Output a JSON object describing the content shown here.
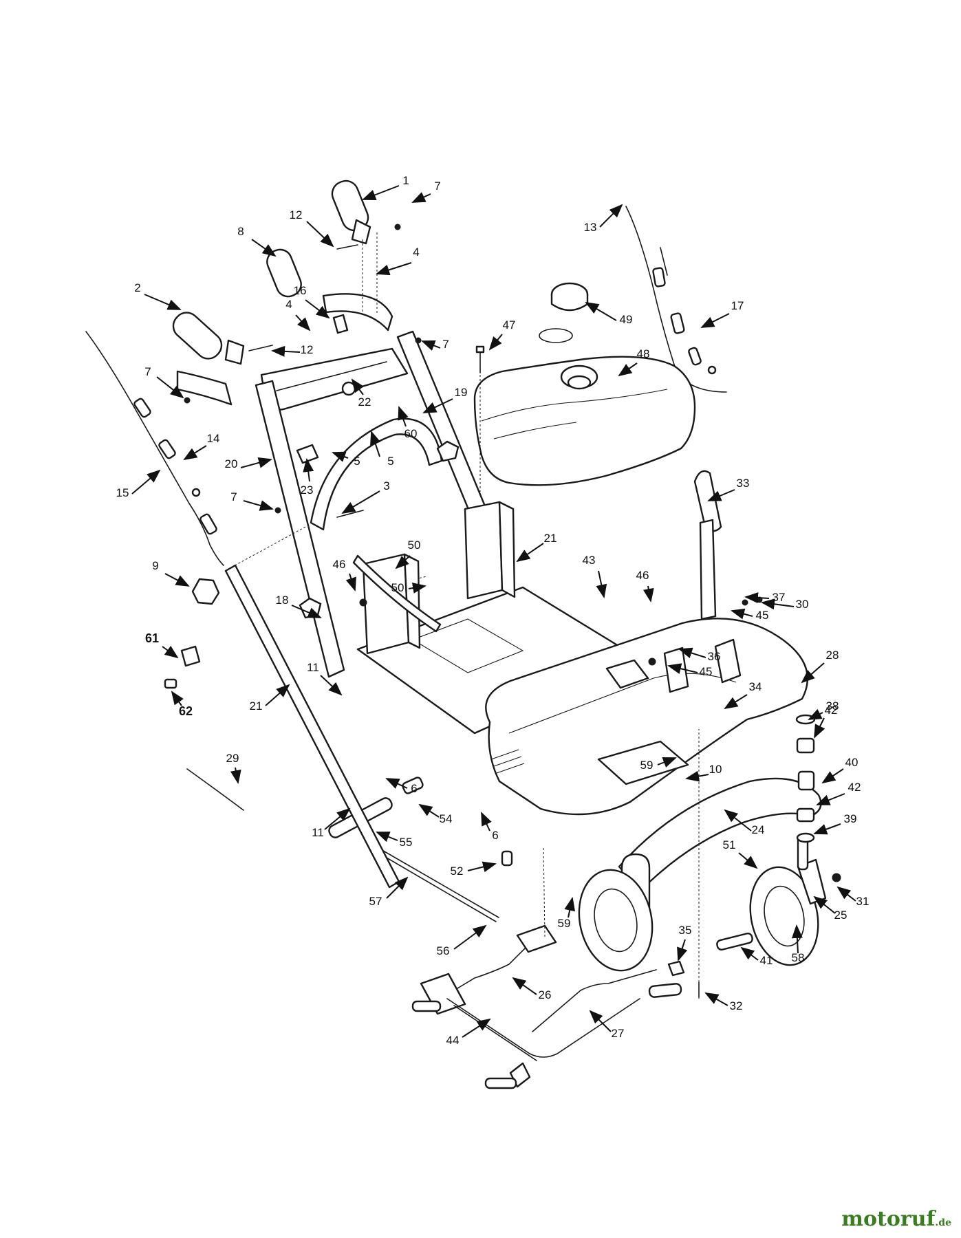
{
  "callouts": [
    {
      "n": "1"
    },
    {
      "n": "2"
    },
    {
      "n": "3"
    },
    {
      "n": "4"
    },
    {
      "n": "4"
    },
    {
      "n": "5"
    },
    {
      "n": "5"
    },
    {
      "n": "6"
    },
    {
      "n": "6"
    },
    {
      "n": "7"
    },
    {
      "n": "7"
    },
    {
      "n": "7"
    },
    {
      "n": "7"
    },
    {
      "n": "8"
    },
    {
      "n": "9"
    },
    {
      "n": "10"
    },
    {
      "n": "11"
    },
    {
      "n": "11"
    },
    {
      "n": "12"
    },
    {
      "n": "12"
    },
    {
      "n": "13"
    },
    {
      "n": "14"
    },
    {
      "n": "15"
    },
    {
      "n": "16"
    },
    {
      "n": "17"
    },
    {
      "n": "18"
    },
    {
      "n": "19"
    },
    {
      "n": "20"
    },
    {
      "n": "21"
    },
    {
      "n": "21"
    },
    {
      "n": "22"
    },
    {
      "n": "23"
    },
    {
      "n": "24"
    },
    {
      "n": "25"
    },
    {
      "n": "26"
    },
    {
      "n": "27"
    },
    {
      "n": "28"
    },
    {
      "n": "29"
    },
    {
      "n": "30"
    },
    {
      "n": "31"
    },
    {
      "n": "32"
    },
    {
      "n": "33"
    },
    {
      "n": "34"
    },
    {
      "n": "35"
    },
    {
      "n": "36"
    },
    {
      "n": "37"
    },
    {
      "n": "38"
    },
    {
      "n": "39"
    },
    {
      "n": "40"
    },
    {
      "n": "41"
    },
    {
      "n": "42"
    },
    {
      "n": "42"
    },
    {
      "n": "43"
    },
    {
      "n": "44"
    },
    {
      "n": "45"
    },
    {
      "n": "45"
    },
    {
      "n": "46"
    },
    {
      "n": "46"
    },
    {
      "n": "47"
    },
    {
      "n": "48"
    },
    {
      "n": "49"
    },
    {
      "n": "50"
    },
    {
      "n": "50"
    },
    {
      "n": "51"
    },
    {
      "n": "52"
    },
    {
      "n": "54"
    },
    {
      "n": "55"
    },
    {
      "n": "56"
    },
    {
      "n": "57"
    },
    {
      "n": "58"
    },
    {
      "n": "59"
    },
    {
      "n": "59"
    },
    {
      "n": "60"
    },
    {
      "n": "61"
    },
    {
      "n": "62"
    }
  ],
  "watermark": {
    "name": "motoruf",
    "tld": ".de",
    "color": "#3a7d1e"
  }
}
